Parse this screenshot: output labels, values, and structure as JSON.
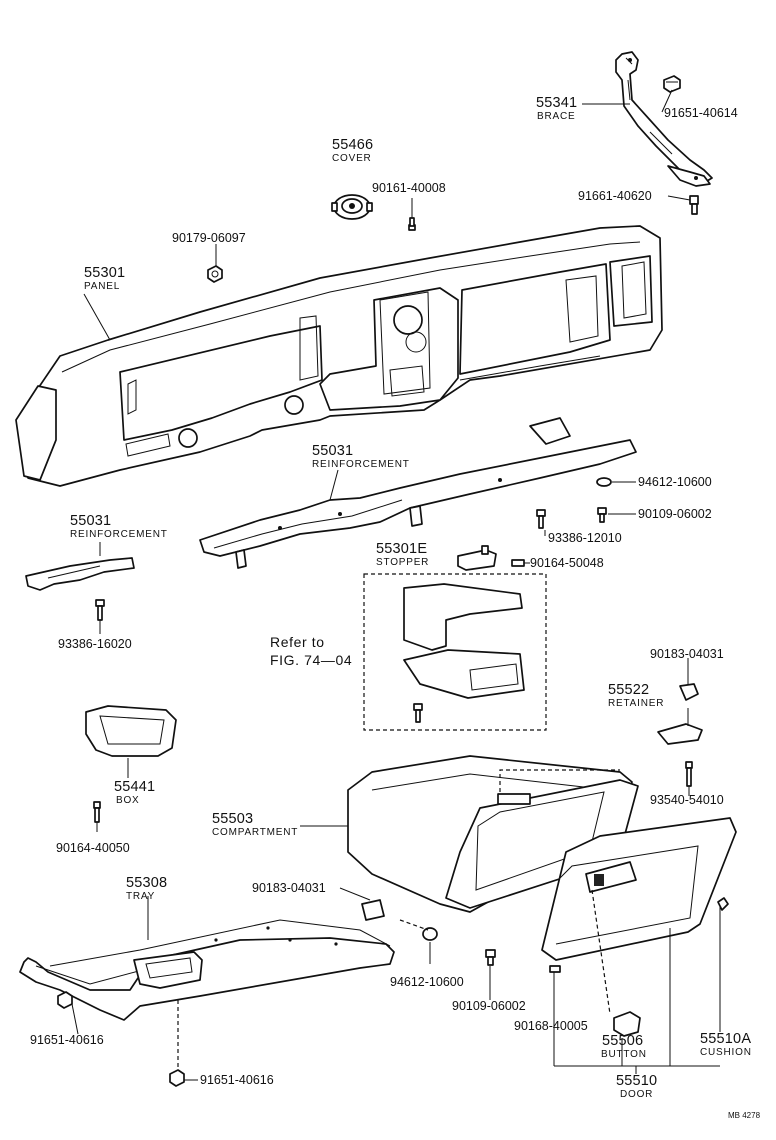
{
  "parts": {
    "p55341": {
      "num": "55341",
      "name": "BRACE"
    },
    "p91651_40614": {
      "num": "91651-40614"
    },
    "p55466": {
      "num": "55466",
      "name": "COVER"
    },
    "p90161": {
      "num": "90161-40008"
    },
    "p91661": {
      "num": "91661-40620"
    },
    "p90179": {
      "num": "90179-06097"
    },
    "p55301": {
      "num": "55301",
      "name": "PANEL"
    },
    "p55031a": {
      "num": "55031",
      "name": "REINFORCEMENT"
    },
    "p94612a": {
      "num": "94612-10600"
    },
    "p90109a": {
      "num": "90109-06002"
    },
    "p93386_12010": {
      "num": "93386-12010"
    },
    "p55031b": {
      "num": "55031",
      "name": "REINFORCEMENT"
    },
    "p55301e": {
      "num": "55301E",
      "name": "STOPPER"
    },
    "p90164_50048": {
      "num": "90164-50048"
    },
    "p93386_16020": {
      "num": "93386-16020"
    },
    "p90183a": {
      "num": "90183-04031"
    },
    "p55522": {
      "num": "55522",
      "name": "RETAINER"
    },
    "p55441": {
      "num": "55441",
      "name": "BOX"
    },
    "p93540": {
      "num": "93540-54010"
    },
    "p90164_40050": {
      "num": "90164-40050"
    },
    "p55503": {
      "num": "55503",
      "name": "COMPARTMENT"
    },
    "p55308": {
      "num": "55308",
      "name": "TRAY"
    },
    "p90183b": {
      "num": "90183-04031"
    },
    "p94612b": {
      "num": "94612-10600"
    },
    "p90109b": {
      "num": "90109-06002"
    },
    "p90168": {
      "num": "90168-40005"
    },
    "p91651_40616a": {
      "num": "91651-40616"
    },
    "p55506": {
      "num": "55506",
      "name": "BUTTON"
    },
    "p55510a": {
      "num": "55510A",
      "name": "CUSHION"
    },
    "p55510": {
      "num": "55510",
      "name": "DOOR"
    },
    "p91651_40616b": {
      "num": "91651-40616"
    }
  },
  "refer": {
    "line1": "Refer to",
    "line2": "FIG. 74—04"
  },
  "footer_code": "MB 4278"
}
